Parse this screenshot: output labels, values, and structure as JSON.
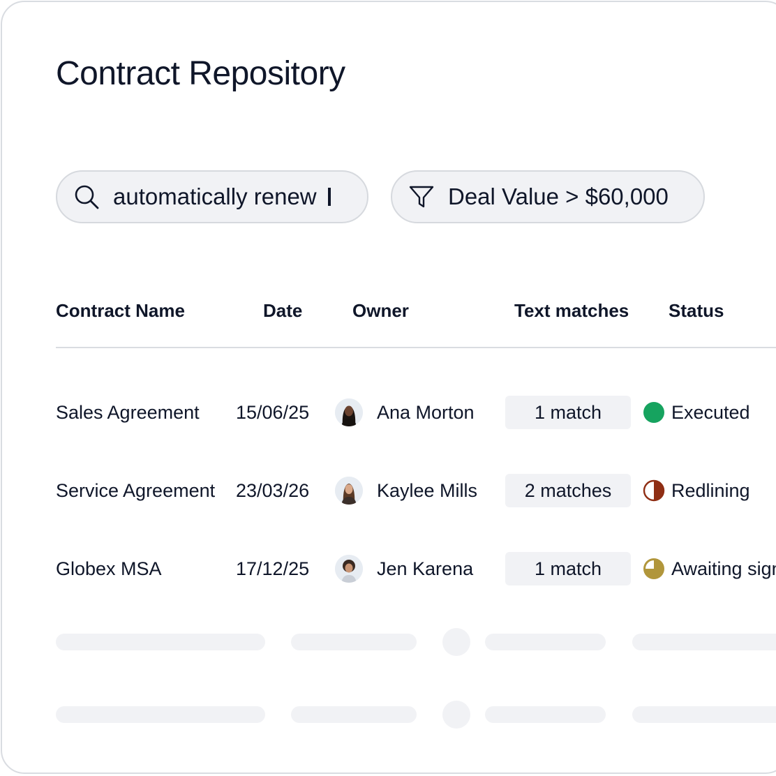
{
  "page": {
    "title": "Contract Repository"
  },
  "search": {
    "value": "automatically renew",
    "icon": "search-icon"
  },
  "filter": {
    "label": "Deal Value > $60,000",
    "icon": "funnel-icon"
  },
  "table": {
    "columns": [
      "Contract Name",
      "Date",
      "Owner",
      "Text matches",
      "Status"
    ],
    "rows": [
      {
        "name": "Sales Agreement",
        "date": "15/06/25",
        "owner": "Ana Morton",
        "matches": "1 match",
        "status": "Executed",
        "status_color": "#16a35f",
        "status_icon": "full-circle-icon"
      },
      {
        "name": "Service Agreement",
        "date": "23/03/26",
        "owner": "Kaylee Mills",
        "matches": "2 matches",
        "status": "Redlining",
        "status_color": "#8f2e14",
        "status_icon": "half-circle-icon"
      },
      {
        "name": "Globex MSA",
        "date": "17/12/25",
        "owner": "Jen Karena",
        "matches": "1 match",
        "status": "Awaiting signature",
        "status_color": "#b1963b",
        "status_icon": "three-quarter-circle-icon"
      }
    ]
  },
  "colors": {
    "text": "#0f1629",
    "pill_bg": "#f1f2f5",
    "border": "#d9dce1",
    "skeleton": "#f1f2f5"
  }
}
